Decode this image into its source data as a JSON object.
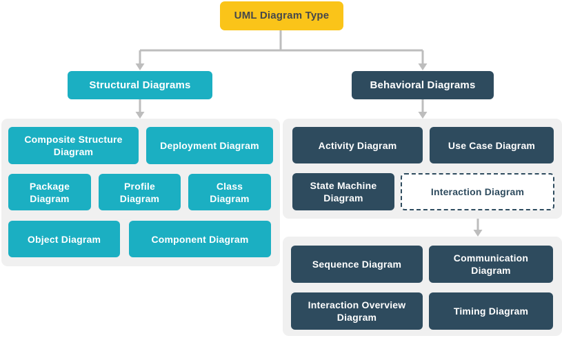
{
  "root": {
    "label": "UML Diagram Type"
  },
  "structural": {
    "label": "Structural Diagrams",
    "items": [
      {
        "label": "Composite Structure Diagram"
      },
      {
        "label": "Deployment Diagram"
      },
      {
        "label": "Package Diagram"
      },
      {
        "label": "Profile Diagram"
      },
      {
        "label": "Class Diagram"
      },
      {
        "label": "Object Diagram"
      },
      {
        "label": "Component Diagram"
      }
    ]
  },
  "behavioral": {
    "label": "Behavioral Diagrams",
    "items": [
      {
        "label": "Activity Diagram"
      },
      {
        "label": "Use Case Diagram"
      },
      {
        "label": "State Machine Diagram"
      }
    ],
    "interaction": {
      "label": "Interaction Diagram",
      "items": [
        {
          "label": "Sequence Diagram"
        },
        {
          "label": "Communication Diagram"
        },
        {
          "label": "Interaction Overview Diagram"
        },
        {
          "label": "Timing Diagram"
        }
      ]
    }
  },
  "colors": {
    "accent-yellow": "#FAC419",
    "accent-teal": "#1BAFC2",
    "accent-navy": "#2E4B5E",
    "panel-gray": "#F0F0F0",
    "connector-gray": "#BDBDBD",
    "root-text": "#44474C",
    "node-text": "#FFFFFF"
  }
}
